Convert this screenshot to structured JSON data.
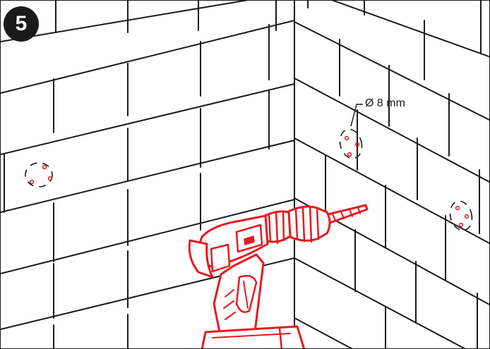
{
  "step": {
    "number": "5"
  },
  "callout": {
    "label": "Ø 8 mm"
  },
  "colors": {
    "line": "#1a1a1a",
    "accent": "#e8191f",
    "background": "#ffffff"
  },
  "icons": [
    "drill-icon",
    "drill-bit-icon",
    "drill-hole-marker-icon",
    "wall-tile-grid"
  ]
}
